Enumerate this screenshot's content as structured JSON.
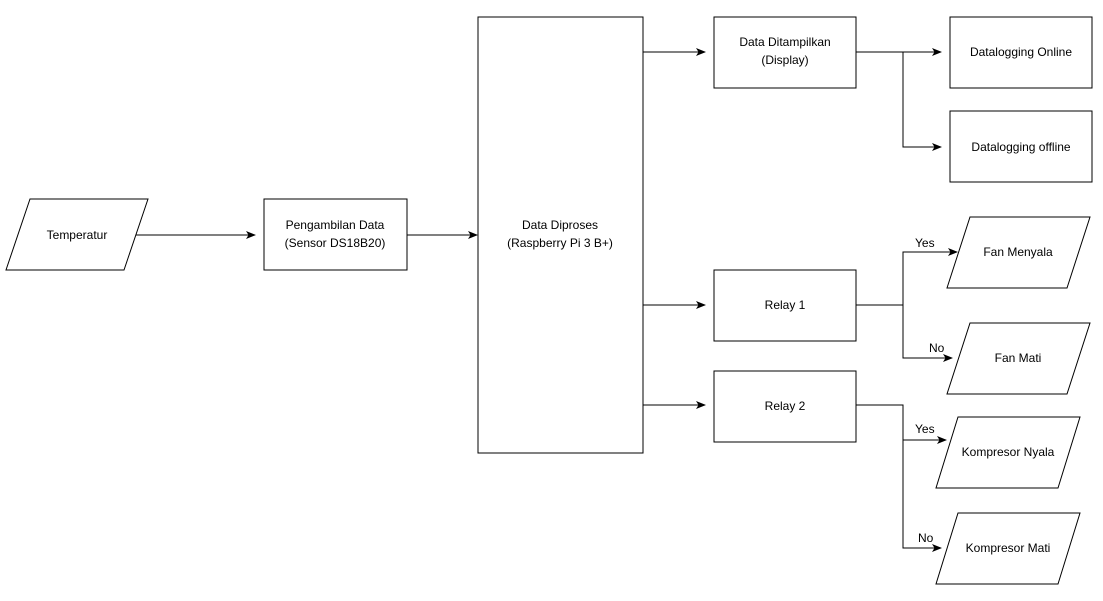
{
  "nodes": {
    "temperatur": {
      "label": "Temperatur"
    },
    "pengambilan": {
      "line1": "Pengambilan Data",
      "line2": "(Sensor DS18B20)"
    },
    "diproses": {
      "line1": "Data Diproses",
      "line2": "(Raspberry Pi 3 B+)"
    },
    "ditampilkan": {
      "line1": "Data Ditampilkan",
      "line2": "(Display)"
    },
    "online": {
      "label": "Datalogging Online"
    },
    "offline": {
      "label": "Datalogging offline"
    },
    "relay1": {
      "label": "Relay 1"
    },
    "relay2": {
      "label": "Relay 2"
    },
    "fan_menyala": {
      "label": "Fan Menyala"
    },
    "fan_mati": {
      "label": "Fan Mati"
    },
    "kompresor_nyala": {
      "label": "Kompresor Nyala"
    },
    "kompresor_mati": {
      "label": "Kompresor Mati"
    }
  },
  "edge_labels": {
    "relay1_yes": "Yes",
    "relay1_no": "No",
    "relay2_yes": "Yes",
    "relay2_no": "No"
  }
}
